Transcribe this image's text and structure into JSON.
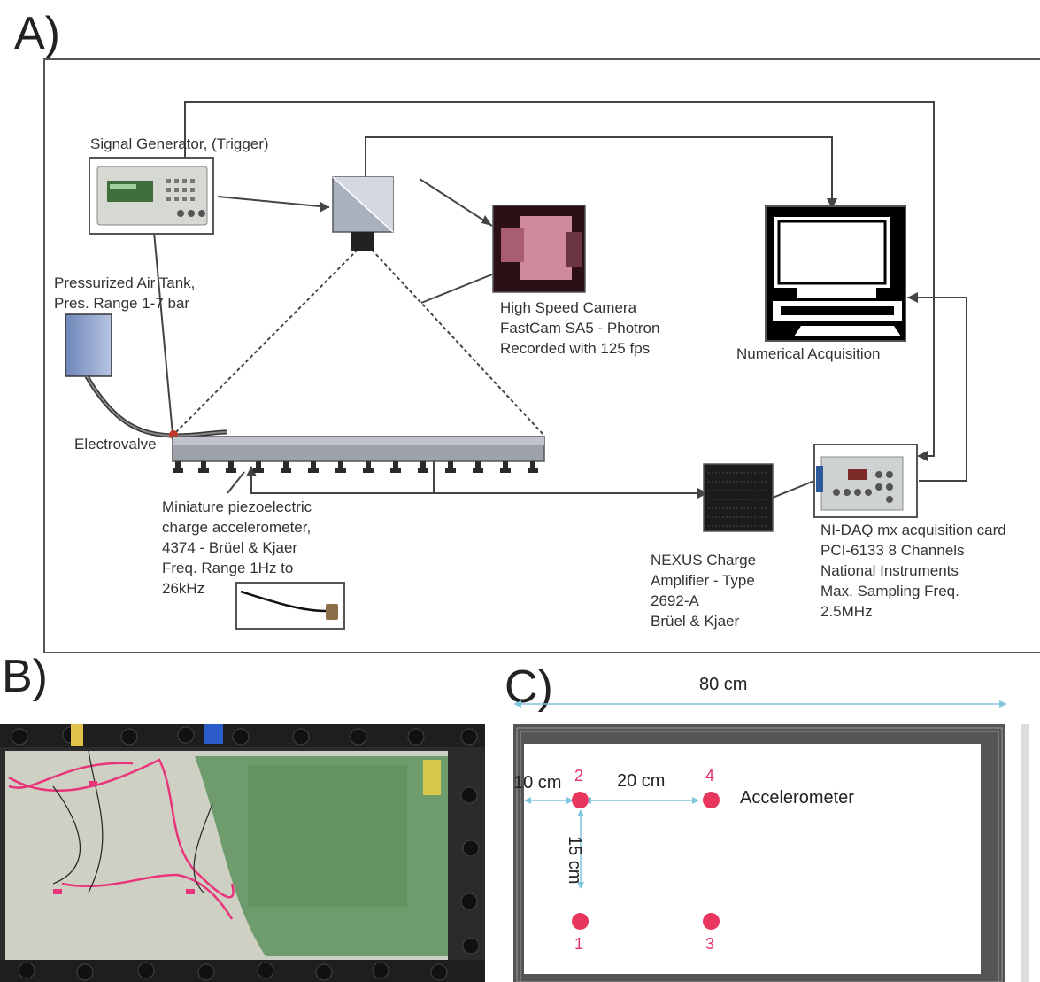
{
  "panels": {
    "a": "A)",
    "b": "B)",
    "c": "C)"
  },
  "diagram_a": {
    "signal_generator": "Signal Generator, (Trigger)",
    "air_tank": "Pressurized Air Tank,\nPres. Range 1-7 bar",
    "electrovalve": "Electrovalve",
    "camera": "High Speed Camera\nFastCam SA5 - Photron\nRecorded with 125 fps",
    "acquisition": "Numerical Acquisition",
    "accelerometer": "Miniature piezoelectric\ncharge accelerometer,\n4374 - Brüel & Kjaer\nFreq. Range 1Hz to\n26kHz",
    "amplifier": "NEXUS Charge\nAmplifier - Type\n2692-A\nBrüel & Kjaer",
    "daq": "NI-DAQ mx acquisition card\nPCI-6133 8 Channels\nNational Instruments\nMax. Sampling Freq.\n2.5MHz"
  },
  "diagram_c": {
    "width": "80 cm",
    "offset": "10 cm",
    "spacing_x": "20 cm",
    "spacing_y": "15 cm",
    "legend": "Accelerometer",
    "points": [
      "1",
      "2",
      "3",
      "4"
    ],
    "accent": "#e8365f"
  }
}
